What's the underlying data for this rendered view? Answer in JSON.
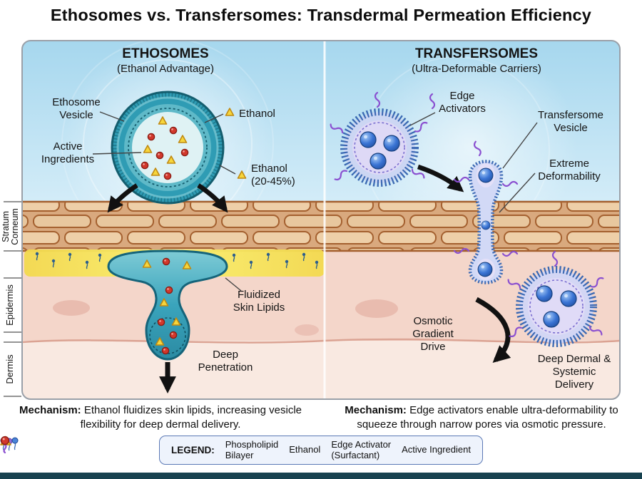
{
  "title": "Ethosomes vs. Transfersomes: Transdermal Permeation Efficiency",
  "ethosomes": {
    "heading": "ETHOSOMES",
    "subheading": "(Ethanol Advantage)",
    "vesicle_label": [
      "Ethosome",
      "Vesicle"
    ],
    "active_label": [
      "Active",
      "Ingredients"
    ],
    "ethanol_label": "Ethanol",
    "ethanol_pct_label": [
      "Ethanol",
      "(20-45%)"
    ],
    "fluidized_label": [
      "Fluidized",
      "Skin Lipids"
    ],
    "penetration_label": [
      "Deep",
      "Penetration"
    ],
    "mechanism_title": "Mechanism:",
    "mechanism_text": "Ethanol fluidizes skin lipids, increasing vesicle flexibility for deep dermal delivery."
  },
  "transfersomes": {
    "heading": "TRANSFERSOMES",
    "subheading": "(Ultra-Deformable Carriers)",
    "edge_label": [
      "Edge",
      "Activators"
    ],
    "vesicle_label": [
      "Transfersome",
      "Vesicle"
    ],
    "deform_label": [
      "Extreme",
      "Deformability"
    ],
    "osmotic_label": [
      "Osmotic",
      "Gradient",
      "Drive"
    ],
    "delivery_label": [
      "Deep Dermal &",
      "Systemic",
      "Delivery"
    ],
    "mechanism_title": "Mechanism:",
    "mechanism_text": "Edge activators enable ultra-deformability to squeeze through narrow pores via osmotic pressure."
  },
  "skin": {
    "stratum_corneum": [
      "Stratum",
      "Corneum"
    ],
    "epidermis": "Epidermis",
    "dermis": "Dermis"
  },
  "legend": {
    "title": "LEGEND:",
    "items": [
      {
        "name": "phospholipid-bilayer",
        "label": [
          "Phospholipid",
          "Bilayer"
        ]
      },
      {
        "name": "ethanol",
        "label": [
          "Ethanol"
        ]
      },
      {
        "name": "edge-activator",
        "label": [
          "Edge Activator",
          "(Surfactant)"
        ]
      },
      {
        "name": "active-ingredient",
        "label": [
          "Active Ingredient"
        ]
      }
    ]
  },
  "colors": {
    "teal_vesicle": "#2f9cb4",
    "blue_vesicle": "#3b69b3",
    "ethanol_yellow": "#f6d63c",
    "active_red": "#d2382c",
    "edge_purple": "#8a4fd0",
    "skin_brick": "#eccaa2",
    "sky_blue": "#a6d7ee"
  }
}
